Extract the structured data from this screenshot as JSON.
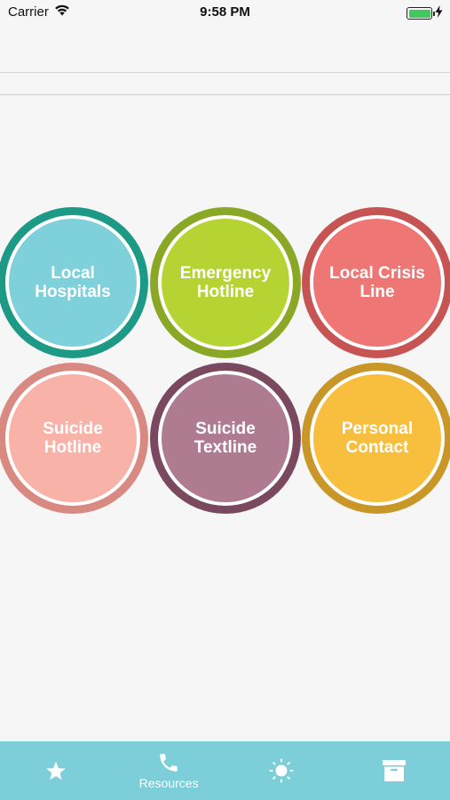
{
  "status_bar": {
    "carrier": "Carrier",
    "time": "9:58 PM",
    "battery_level": 1.0,
    "battery_color": "#3ec95a"
  },
  "tiles": [
    {
      "label": "Local\nHospitals",
      "fill": "#7ed0db",
      "ring": "#1d9a86"
    },
    {
      "label": "Emergency\nHotline",
      "fill": "#b6d334",
      "ring": "#8aa826"
    },
    {
      "label": "Local Crisis\nLine",
      "fill": "#ee7675",
      "ring": "#c65453"
    },
    {
      "label": "Suicide\nHotline",
      "fill": "#f9b2a7",
      "ring": "#d88a82"
    },
    {
      "label": "Suicide\nTextline",
      "fill": "#af7b91",
      "ring": "#7a4960"
    },
    {
      "label": "Personal\nContact",
      "fill": "#f8bf3f",
      "ring": "#c99628"
    }
  ],
  "tab_bar": {
    "background": "#7ccfd9",
    "tabs": [
      {
        "icon": "star-icon",
        "label": ""
      },
      {
        "icon": "phone-icon",
        "label": "Resources"
      },
      {
        "icon": "sun-icon",
        "label": ""
      },
      {
        "icon": "archive-box-icon",
        "label": ""
      }
    ]
  }
}
